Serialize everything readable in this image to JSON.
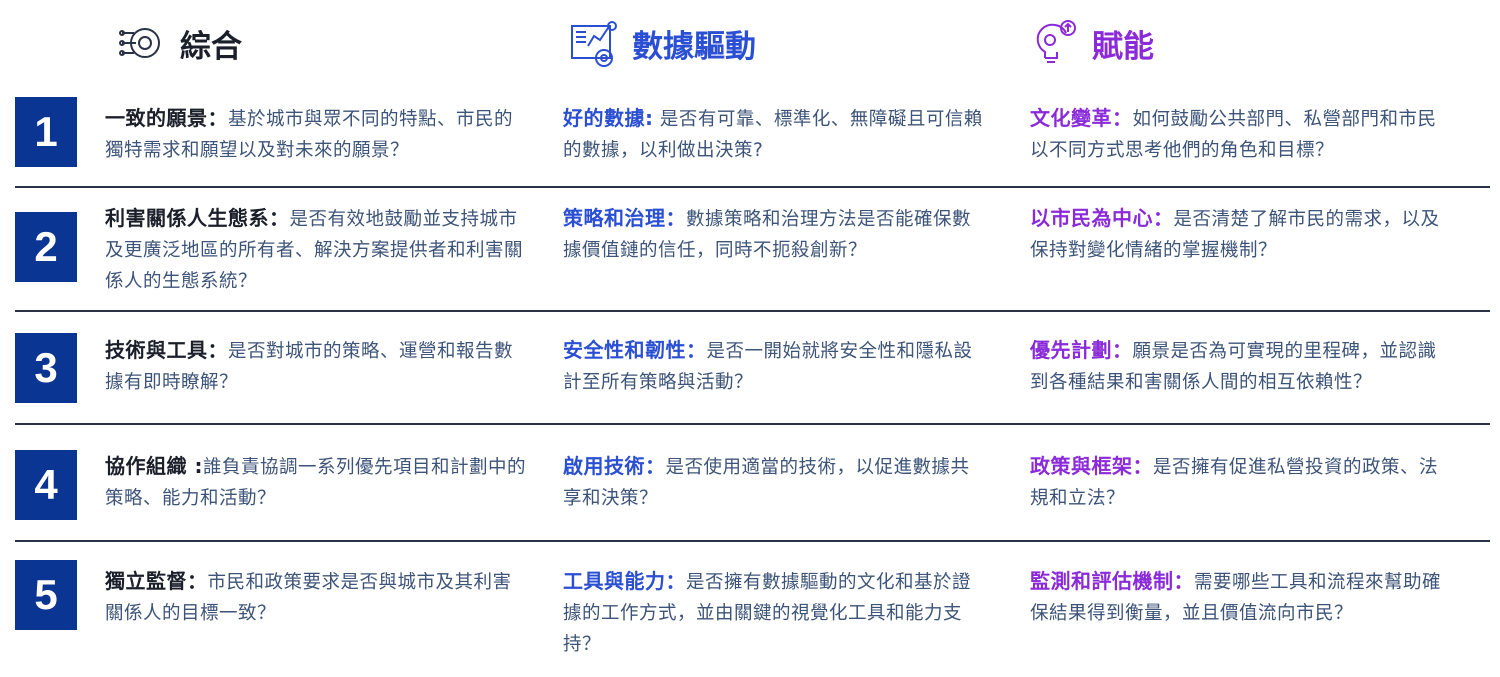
{
  "columns": [
    {
      "title": "綜合",
      "icon": "gear-circuit-icon",
      "color": "#1b1f2a"
    },
    {
      "title": "數據驅動",
      "icon": "analytics-dashboard-icon",
      "color": "#2b4fd3"
    },
    {
      "title": "賦能",
      "icon": "lightbulb-gear-icon",
      "color": "#8a2ad8"
    }
  ],
  "rows": [
    {
      "number": "1",
      "cells": [
        {
          "title": "一致的願景：",
          "text": "基於城市與眾不同的特點、市民的獨特需求和願望以及對未來的願景？"
        },
        {
          "title": "好的數據:",
          "text": " 是否有可靠、標準化、無障礙且可信賴的數據，以利做出決策?"
        },
        {
          "title": "文化變革：",
          "text": "如何鼓勵公共部門、私營部門和市民以不同方式思考他們的角色和目標？"
        }
      ]
    },
    {
      "number": "2",
      "cells": [
        {
          "title": "利害關係人生態系：",
          "text": "是否有效地鼓勵並支持城市及更廣泛地區的所有者、解決方案提供者和利害關係人的生態系統？"
        },
        {
          "title": "策略和治理：",
          "text": "數據策略和治理方法是否能確保數據價值鏈的信任，同時不扼殺創新？"
        },
        {
          "title": "以市民為中心：",
          "text": "是否清楚了解市民的需求，以及保持對變化情緒的掌握機制？"
        }
      ]
    },
    {
      "number": "3",
      "cells": [
        {
          "title": "技術與工具：",
          "text": "是否對城市的策略、運營和報告數據有即時瞭解？"
        },
        {
          "title": "安全性和韌性：",
          "text": "是否一開始就將安全性和隱私設計至所有策略與活動？"
        },
        {
          "title": "優先計劃：",
          "text": "願景是否為可實現的里程碑，並認識到各種結果和害關係人間的相互依賴性？"
        }
      ]
    },
    {
      "number": "4",
      "cells": [
        {
          "title": "協作組織 :",
          "text": "誰負責協調一系列優先項目和計劃中的策略、能力和活動？"
        },
        {
          "title": "啟用技術：",
          "text": "是否使用適當的技術，以促進數據共享和決策？"
        },
        {
          "title": "政策與框架：",
          "text": "是否擁有促進私營投資的政策、法規和立法？"
        }
      ]
    },
    {
      "number": "5",
      "cells": [
        {
          "title": "獨立監督：",
          "text": "市民和政策要求是否與城市及其利害關係人的目標一致？"
        },
        {
          "title": "工具與能力：",
          "text": "是否擁有數據驅動的文化和基於證據的工作方式，並由關鍵的視覺化工具和能力支持？"
        },
        {
          "title": "監測和評估機制：",
          "text": "需要哪些工具和流程來幫助確保結果得到衡量，並且價值流向市民？"
        }
      ]
    }
  ]
}
